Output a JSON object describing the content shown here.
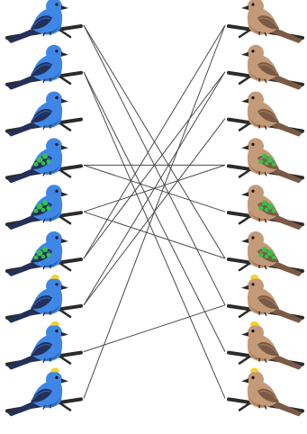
{
  "colors": {
    "blue_body": "#3f87e6",
    "blue_shade": "#2c63b8",
    "blue_wing_dark": "#23305a",
    "green_patch": "#35c24a",
    "brown_body": "#c49a78",
    "brown_shade": "#a87c5a",
    "brown_wing_dark": "#7a5a44",
    "beak_dark": "#2a2a2a",
    "beak_yellow": "#f2d22b",
    "branch": "#2b2b2b",
    "line": "#4a4a4a"
  },
  "left_birds": [
    {
      "variant": "plain"
    },
    {
      "variant": "plain"
    },
    {
      "variant": "plain"
    },
    {
      "variant": "green-spots"
    },
    {
      "variant": "green-spots"
    },
    {
      "variant": "green-spots"
    },
    {
      "variant": "yellow-crest"
    },
    {
      "variant": "yellow-crest"
    },
    {
      "variant": "yellow-crest"
    }
  ],
  "right_birds": [
    {
      "variant": "plain"
    },
    {
      "variant": "plain"
    },
    {
      "variant": "plain"
    },
    {
      "variant": "green-spots"
    },
    {
      "variant": "green-spots"
    },
    {
      "variant": "green-spots"
    },
    {
      "variant": "yellow-crest"
    },
    {
      "variant": "yellow-crest"
    },
    {
      "variant": "yellow-crest"
    }
  ],
  "connections": [
    [
      0,
      5
    ],
    [
      0,
      6
    ],
    [
      1,
      7
    ],
    [
      1,
      8
    ],
    [
      3,
      3
    ],
    [
      3,
      4
    ],
    [
      4,
      3
    ],
    [
      4,
      5
    ],
    [
      5,
      0
    ],
    [
      5,
      1
    ],
    [
      6,
      1
    ],
    [
      6,
      2
    ],
    [
      7,
      6
    ],
    [
      8,
      0
    ]
  ]
}
